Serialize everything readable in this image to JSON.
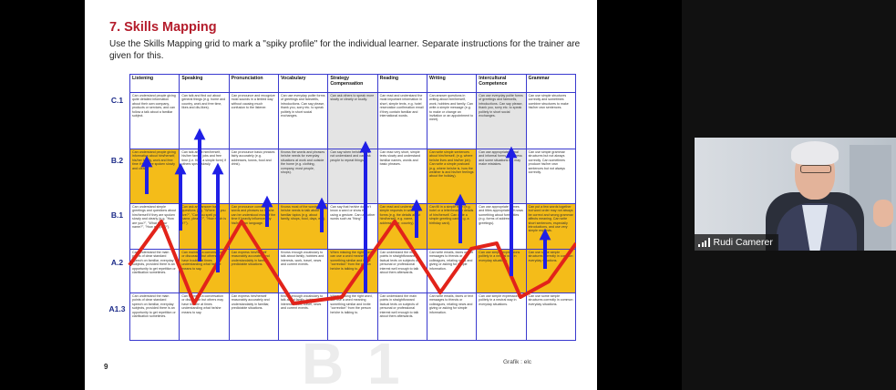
{
  "slide": {
    "title": "7.  Skills Mapping",
    "intro": "Use the Skills Mapping grid to mark a \"spiky profile\" for the individual learner. Separate instructions for the trainer are given for this.",
    "page_number": "9",
    "credit": "Grafik : elc",
    "watermark": "B 1"
  },
  "grid": {
    "columns": [
      "Listening",
      "Speaking",
      "Pronunciation",
      "Vocabulary",
      "Strategy Compensation",
      "Reading",
      "Writing",
      "Intercultural Competence",
      "Grammar"
    ],
    "rows": [
      {
        "level": "C.1",
        "cells": [
          "Can understand people giving quite detailed information about their own company, products or services, and can follow a talk about a familiar subject.",
          "Can talk and find out about general things (e.g. home and country, work and free time, likes and dis-likes).",
          "Can pronounce and recognize most sounds in a limited way without causing much confusion to the listener.",
          "Can use everyday polite forms of greetings and farewells, introductions. Can say please, thank you, sorry etc. to speak politely in short social exchanges.",
          "Can ask others to speak more slowly or clearly or loudly.",
          "Can read and understand the most important information in short, simple texts, e.g. hotel reservation confirmation email if they contain familiar and international words.",
          "Can answer questions in writing about him/herself, work, hobbies and family. Can write a simple message (e.g. to make or change an invitation or an appointment to meet).",
          "Can use everyday polite forms of greetings and farewells, introductions. Can say please, thank you, sorry etc. to speak politely in short social exchanges.",
          "Can use simple structures correctly and sometimes combine structures to make his/her own sentences."
        ]
      },
      {
        "level": "B.2",
        "cells": [
          "Can understand people giving information about him/herself, his/her family, work and free time if they are spoken slowly and clearly.",
          "Can talk about him/herself, his/her family, jobs and free time (i.e. fill in a simple form) if others speak slowly.",
          "Can pronounce basic phrases fairly accurately (e.g. addresses, towns, food and drink).",
          "Knows the words and phrases he/she needs for everyday situations at work and outside the home (e.g. clothing, company, most people, shops).",
          "Can say when he/she does not understand and can ask people to repeat things.",
          "Can read very short, simple texts slowly and understand familiar names, words and basic phrases.",
          "Can write simple sentences about him/herself, (e.g. where he/she lives and his/her job). Can write a simple postcard (e.g. where he/she is, how the weather is and his/her feelings about the holiday).",
          "Can use appropriate formal and informal forms of address and some situations but may make mistakes.",
          "Can use simple grammar structures but not always correctly. Can sometimes produce his/her own sentences but not always correctly."
        ]
      },
      {
        "level": "B.1",
        "cells": [
          "Can understand simple greetings and questions about him/herself if they are spoken slowly and clearly (e.g. \"How are you?\", \"What is your name?\", \"How are you?\").",
          "Can ask and answer basic questions (e.g. \"Where do you live?\", \"Can you spell your name, please?\", \"How much is it?\").",
          "Can pronounce common words and phrases so he/she can be understood most of the time if heavily influenced by his/her own language.",
          "Knows most of the words he/she needs to talk about familiar topics (e.g. about family, shops, food, days, etc.).",
          "Can say that he/she doesn't know a word or show this using a gesture. Can use other words such as \"thing\".",
          "Can read and understand simple requests in writing in forms (e.g. the details about him/herself, e.g. name, address, date, country).",
          "Can fill in a simple form (e.g. hotel or a letterhead) in details of him/herself. Can write a simple greeting card (e.g. a birthday card).",
          "Can use appropriate names and titles appropriately. Knows something about formalities (e.g. forms of address, greetings).",
          "Can put a few words together but word order may not always be correct and wrong grammar affects meaning. Can write short sentences, especially introductions, and use very simple requests."
        ]
      },
      {
        "level": "A.2",
        "cells": [
          "Can understand the main points of clear standard speech on familiar, everyday subjects, provided there is an opportunity to get repetition or clarification sometimes.",
          "Can maintain a conversation or discussion but others may have trouble at times understanding what he/she means to say.",
          "Can express him/herself reasonably accurately and understandably in familiar, predictable situations.",
          "Knows enough vocabulary to talk about family, hobbies and interests, work, travel, news and current events.",
          "When missing the right word, can use a word meaning something similar and invite \"correction\" from the person he/she is talking to.",
          "Can understand the main points in straightforward factual texts on subjects of personal or professional interest well enough to talk about them afterwards.",
          "Can write emails, faxes or text messages to friends or colleagues, relating news and giving or asking for simple information.",
          "Can use simple expressions politely in a neutral way in everyday situations.",
          "Can use some simple structures correctly in common everyday situations."
        ]
      },
      {
        "level": "A1.3",
        "cells": [
          "Can understand the main points of clear standard speech on familiar, everyday subjects, provided there is an opportunity to get repetition or clarification sometimes.",
          "Can maintain a conversation or discussion but others may have trouble at times understanding what he/she means to say.",
          "Can express him/herself reasonably accurately and understandably in familiar, predictable situations.",
          "Knows enough vocabulary to talk about family, hobbies and interests, work, travel, news and current events.",
          "When missing the right word, can use a word meaning something similar and invite \"correction\" from the person he/she is talking to.",
          "Can understand the main points in straightforward factual texts on subjects of personal or professional interest well enough to talk about them afterwards.",
          "Can write emails, faxes or text messages to friends or colleagues, relating news and giving or asking for simple information.",
          "Can use simple expressions politely in a neutral way in everyday situations.",
          "Can use some simple structures correctly in common everyday situations."
        ]
      }
    ]
  },
  "colors": {
    "title": "#b41c2b",
    "grid_border": "#3a3acf",
    "level_text": "#1b2a88",
    "highlight_yellow": "#f4bc19",
    "highlight_grey": "#e4e4e4",
    "arrow_blue": "#1f1fe6",
    "profile_line": "#e2231a"
  },
  "participant": {
    "name": "Rudi Camerer",
    "icon": "signal-bars-icon"
  }
}
